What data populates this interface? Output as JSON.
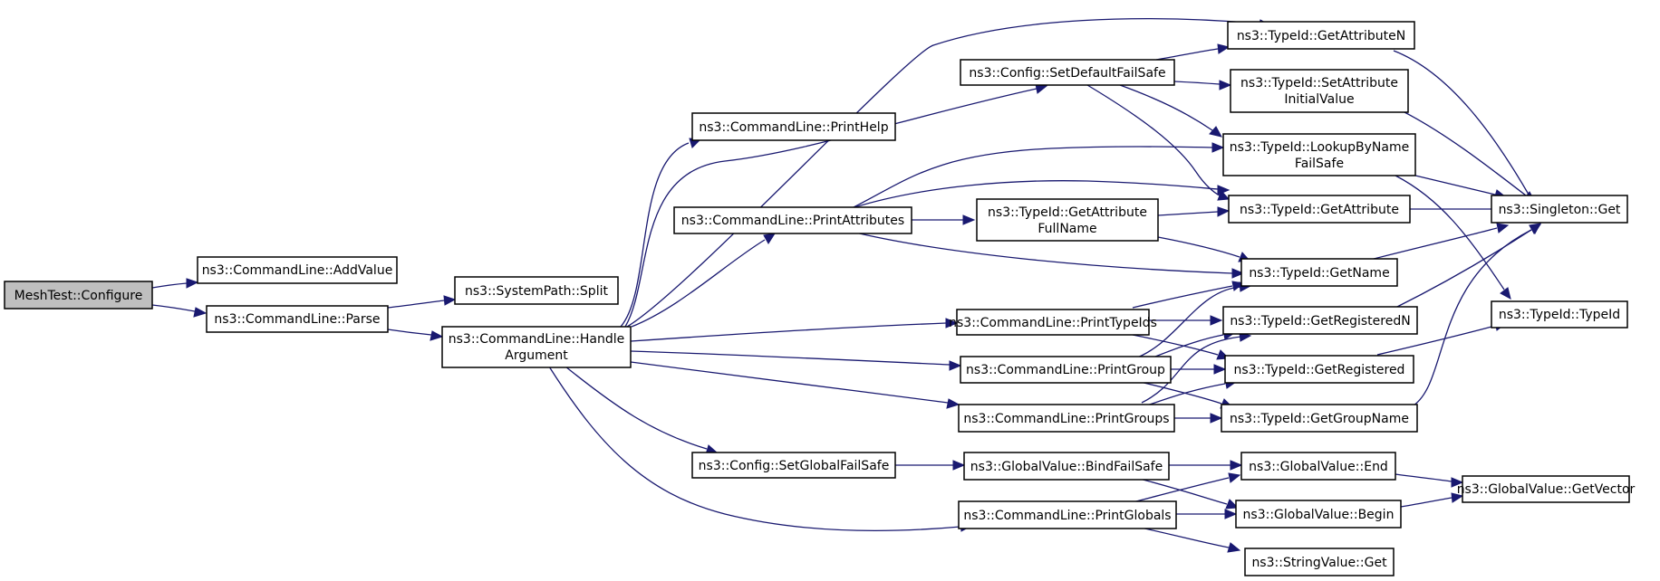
{
  "diagram": {
    "edge_color": "#191970",
    "root_fill": "#bfbfbf",
    "nodes": [
      {
        "id": "n_root",
        "lines": [
          "MeshTest::Configure"
        ]
      },
      {
        "id": "n_addvalue",
        "lines": [
          "ns3::CommandLine::AddValue"
        ]
      },
      {
        "id": "n_parse",
        "lines": [
          "ns3::CommandLine::Parse"
        ]
      },
      {
        "id": "n_split",
        "lines": [
          "ns3::SystemPath::Split"
        ]
      },
      {
        "id": "n_handle",
        "lines": [
          "ns3::CommandLine::Handle",
          "Argument"
        ]
      },
      {
        "id": "n_printhelp",
        "lines": [
          "ns3::CommandLine::PrintHelp"
        ]
      },
      {
        "id": "n_printattrs",
        "lines": [
          "ns3::CommandLine::PrintAttributes"
        ]
      },
      {
        "id": "n_setdefaultfs",
        "lines": [
          "ns3::Config::SetDefaultFailSafe"
        ]
      },
      {
        "id": "n_getattrN",
        "lines": [
          "ns3::TypeId::GetAttributeN"
        ]
      },
      {
        "id": "n_setattrinit",
        "lines": [
          "ns3::TypeId::SetAttribute",
          "InitialValue"
        ]
      },
      {
        "id": "n_lookup",
        "lines": [
          "ns3::TypeId::LookupByName",
          "FailSafe"
        ]
      },
      {
        "id": "n_getattrfull",
        "lines": [
          "ns3::TypeId::GetAttribute",
          "FullName"
        ]
      },
      {
        "id": "n_getattr",
        "lines": [
          "ns3::TypeId::GetAttribute"
        ]
      },
      {
        "id": "n_singleton",
        "lines": [
          "ns3::Singleton::Get"
        ]
      },
      {
        "id": "n_getname",
        "lines": [
          "ns3::TypeId::GetName"
        ]
      },
      {
        "id": "n_printtypeids",
        "lines": [
          "ns3::CommandLine::PrintTypeIds"
        ]
      },
      {
        "id": "n_getregN",
        "lines": [
          "ns3::TypeId::GetRegisteredN"
        ]
      },
      {
        "id": "n_typeid",
        "lines": [
          "ns3::TypeId::TypeId"
        ]
      },
      {
        "id": "n_printgroup",
        "lines": [
          "ns3::CommandLine::PrintGroup"
        ]
      },
      {
        "id": "n_getreg",
        "lines": [
          "ns3::TypeId::GetRegistered"
        ]
      },
      {
        "id": "n_printgroups",
        "lines": [
          "ns3::CommandLine::PrintGroups"
        ]
      },
      {
        "id": "n_getgroupname",
        "lines": [
          "ns3::TypeId::GetGroupName"
        ]
      },
      {
        "id": "n_setglobalfs",
        "lines": [
          "ns3::Config::SetGlobalFailSafe"
        ]
      },
      {
        "id": "n_bindfs",
        "lines": [
          "ns3::GlobalValue::BindFailSafe"
        ]
      },
      {
        "id": "n_gvend",
        "lines": [
          "ns3::GlobalValue::End"
        ]
      },
      {
        "id": "n_getvector",
        "lines": [
          "ns3::GlobalValue::GetVector"
        ]
      },
      {
        "id": "n_printglobals",
        "lines": [
          "ns3::CommandLine::PrintGlobals"
        ]
      },
      {
        "id": "n_gvbegin",
        "lines": [
          "ns3::GlobalValue::Begin"
        ]
      },
      {
        "id": "n_strget",
        "lines": [
          "ns3::StringValue::Get"
        ]
      }
    ],
    "edges": [
      [
        "n_root",
        "n_addvalue"
      ],
      [
        "n_root",
        "n_parse"
      ],
      [
        "n_parse",
        "n_split"
      ],
      [
        "n_parse",
        "n_handle"
      ],
      [
        "n_handle",
        "n_printhelp"
      ],
      [
        "n_handle",
        "n_printattrs"
      ],
      [
        "n_handle",
        "n_setdefaultfs"
      ],
      [
        "n_handle",
        "n_getattrN"
      ],
      [
        "n_handle",
        "n_printtypeids"
      ],
      [
        "n_handle",
        "n_printgroup"
      ],
      [
        "n_handle",
        "n_printgroups"
      ],
      [
        "n_handle",
        "n_setglobalfs"
      ],
      [
        "n_handle",
        "n_printglobals"
      ],
      [
        "n_printattrs",
        "n_lookup"
      ],
      [
        "n_printattrs",
        "n_getattr"
      ],
      [
        "n_printattrs",
        "n_getattrfull"
      ],
      [
        "n_printattrs",
        "n_getname"
      ],
      [
        "n_setdefaultfs",
        "n_getattrN"
      ],
      [
        "n_setdefaultfs",
        "n_setattrinit"
      ],
      [
        "n_setdefaultfs",
        "n_lookup"
      ],
      [
        "n_setdefaultfs",
        "n_getattr"
      ],
      [
        "n_getattrN",
        "n_singleton"
      ],
      [
        "n_setattrinit",
        "n_singleton"
      ],
      [
        "n_lookup",
        "n_singleton"
      ],
      [
        "n_lookup",
        "n_typeid"
      ],
      [
        "n_getattrfull",
        "n_getattr"
      ],
      [
        "n_getattrfull",
        "n_getname"
      ],
      [
        "n_getattr",
        "n_singleton"
      ],
      [
        "n_getname",
        "n_singleton"
      ],
      [
        "n_printtypeids",
        "n_getname"
      ],
      [
        "n_printtypeids",
        "n_getregN"
      ],
      [
        "n_printtypeids",
        "n_getreg"
      ],
      [
        "n_getregN",
        "n_singleton"
      ],
      [
        "n_getreg",
        "n_typeid"
      ],
      [
        "n_printgroup",
        "n_getname"
      ],
      [
        "n_printgroup",
        "n_getregN"
      ],
      [
        "n_printgroup",
        "n_getreg"
      ],
      [
        "n_printgroup",
        "n_getgroupname"
      ],
      [
        "n_printgroups",
        "n_getregN"
      ],
      [
        "n_printgroups",
        "n_getreg"
      ],
      [
        "n_printgroups",
        "n_getgroupname"
      ],
      [
        "n_getgroupname",
        "n_singleton"
      ],
      [
        "n_setglobalfs",
        "n_bindfs"
      ],
      [
        "n_bindfs",
        "n_gvend"
      ],
      [
        "n_bindfs",
        "n_gvbegin"
      ],
      [
        "n_gvend",
        "n_getvector"
      ],
      [
        "n_gvbegin",
        "n_getvector"
      ],
      [
        "n_printglobals",
        "n_gvend"
      ],
      [
        "n_printglobals",
        "n_gvbegin"
      ],
      [
        "n_printglobals",
        "n_strget"
      ]
    ]
  }
}
